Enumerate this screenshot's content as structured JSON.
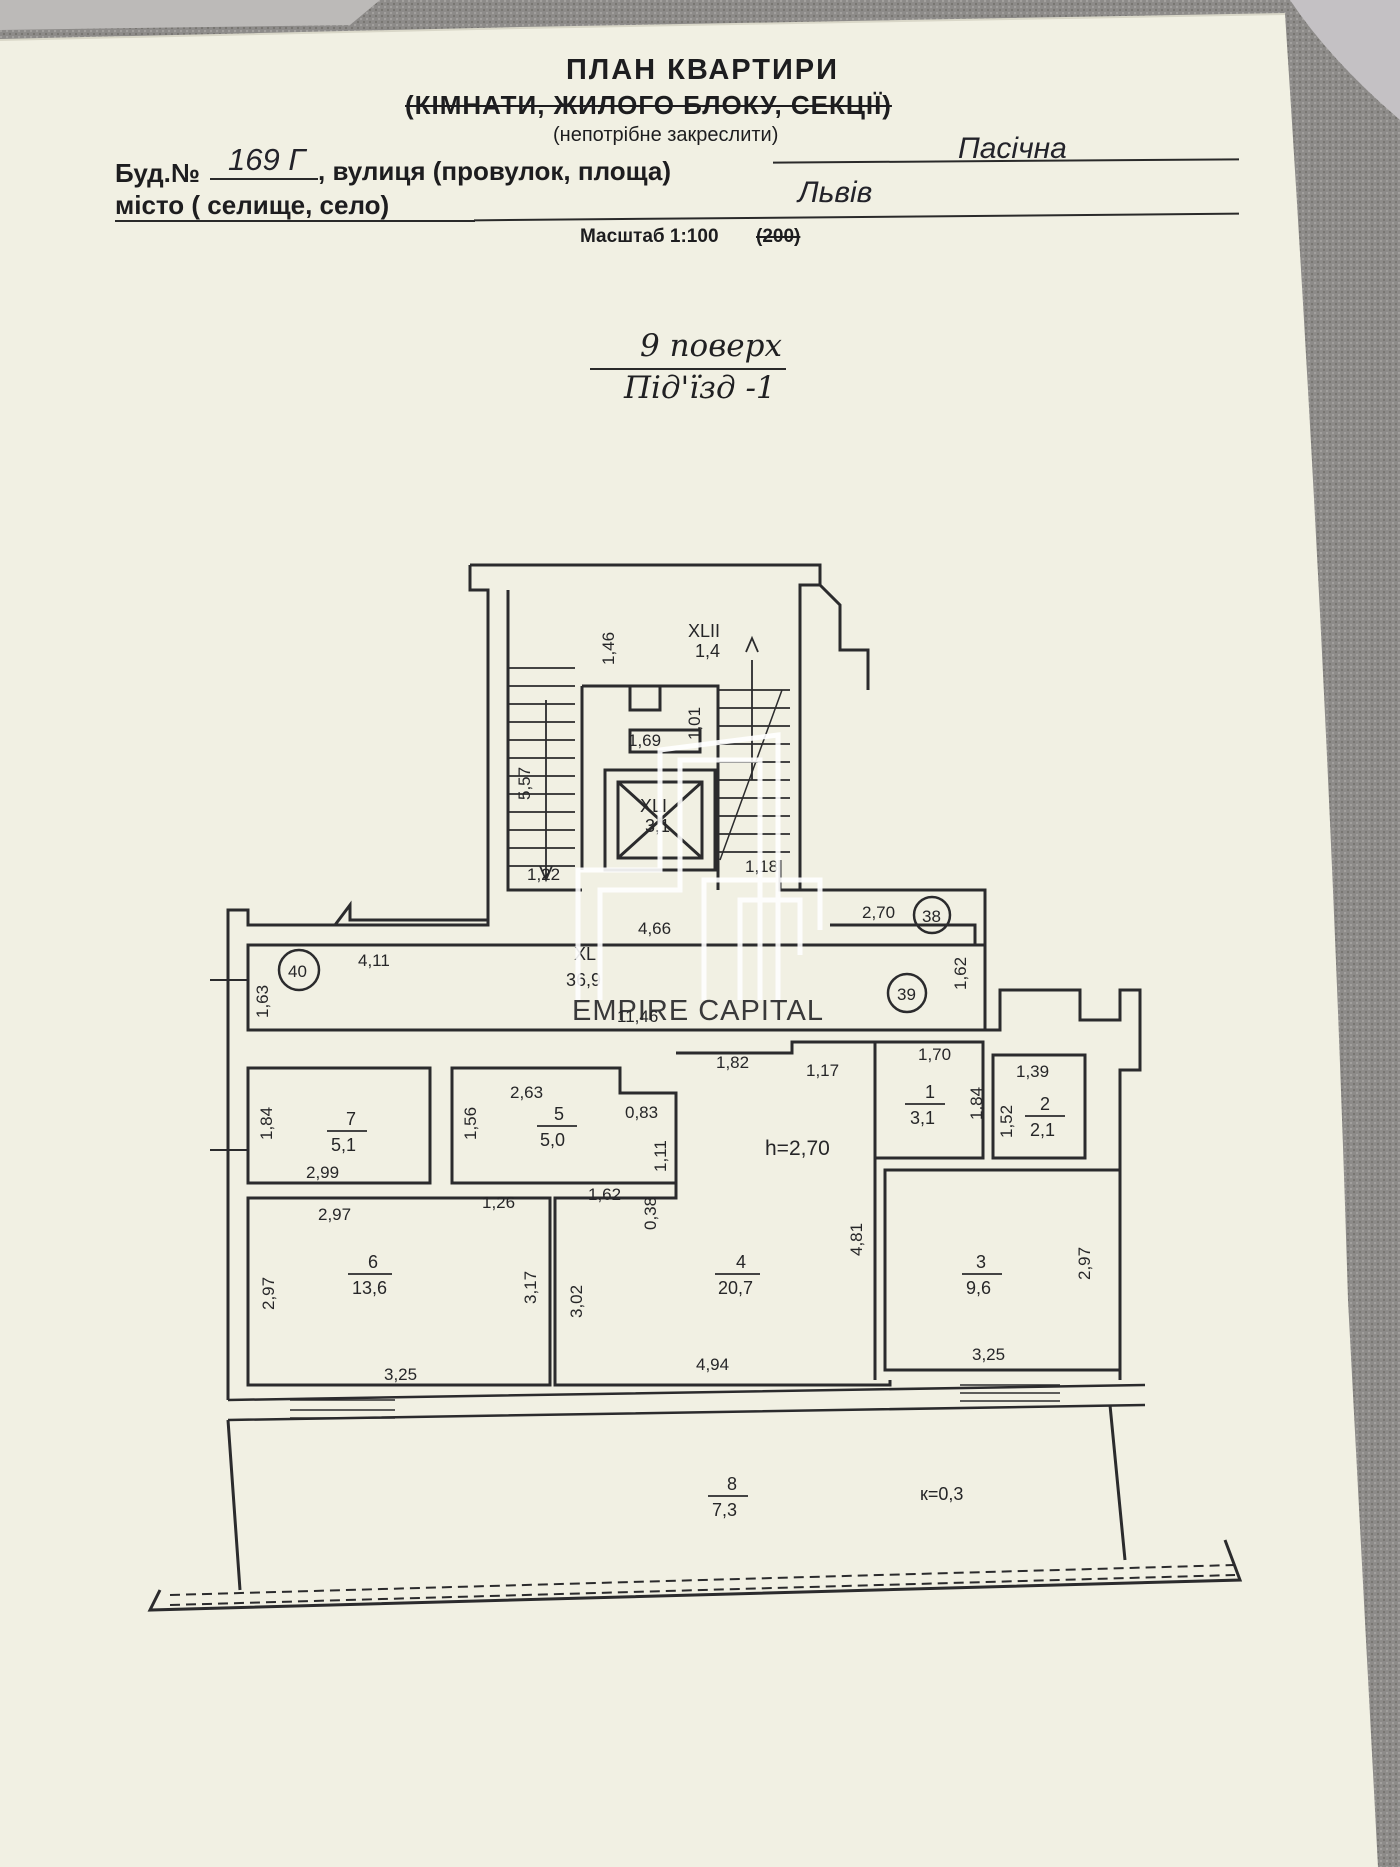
{
  "header": {
    "title": "ПЛАН КВАРТИРИ",
    "subtitle_struck": "(КІМНАТИ, ЖИЛОГО БЛОКУ, СЕКЦІЇ)",
    "note": "(непотрібне закреслити)",
    "building_label": "Буд.№",
    "building_number": "169 Г",
    "street_label": ", вулиця (провулок, площа)",
    "street_value": "Пасічна",
    "city_label": "місто ( селище, село)",
    "city_value": "Львів",
    "scale_label": "Масштаб 1:100",
    "scale_struck": "(200)"
  },
  "floor_info": {
    "floor": "9 поверх",
    "entrance": "Під'їзд -1"
  },
  "plan": {
    "stair_labels": {
      "landing_name": "XLII",
      "landing_area": "1,4",
      "lift_name": "XLI",
      "lift_area": "3,1",
      "corridor_name": "XL",
      "corridor_area": "36,9"
    },
    "circled_numbers": [
      "40",
      "38",
      "39"
    ],
    "height_note": "h=2,70",
    "k_note": "к=0,3",
    "rooms": [
      {
        "id": "1",
        "area": "3,1"
      },
      {
        "id": "2",
        "area": "2,1"
      },
      {
        "id": "3",
        "area": "9,6"
      },
      {
        "id": "4",
        "area": "20,7"
      },
      {
        "id": "5",
        "area": "5,0"
      },
      {
        "id": "6",
        "area": "13,6"
      },
      {
        "id": "7",
        "area": "5,1"
      },
      {
        "id": "8",
        "area": "7,3"
      }
    ],
    "dimensions": [
      "1,46",
      "1,01",
      "1,69",
      "5,57",
      "1,22",
      "1,18",
      "4,66",
      "4,11",
      "1,63",
      "2,70",
      "1,62",
      "11,46",
      "1,82",
      "1,17",
      "1,70",
      "1,39",
      "1,84",
      "1,52",
      "2,63",
      "1,56",
      "0,83",
      "1,11",
      "2,99",
      "2,97",
      "1,26",
      "0,38",
      "4,81",
      "2,97",
      "3,17",
      "3,02",
      "3,25",
      "4,94",
      "3,25",
      "1,84",
      "2,97",
      "1,62"
    ]
  },
  "watermark": {
    "text": "EMPIRE CAPITAL"
  }
}
